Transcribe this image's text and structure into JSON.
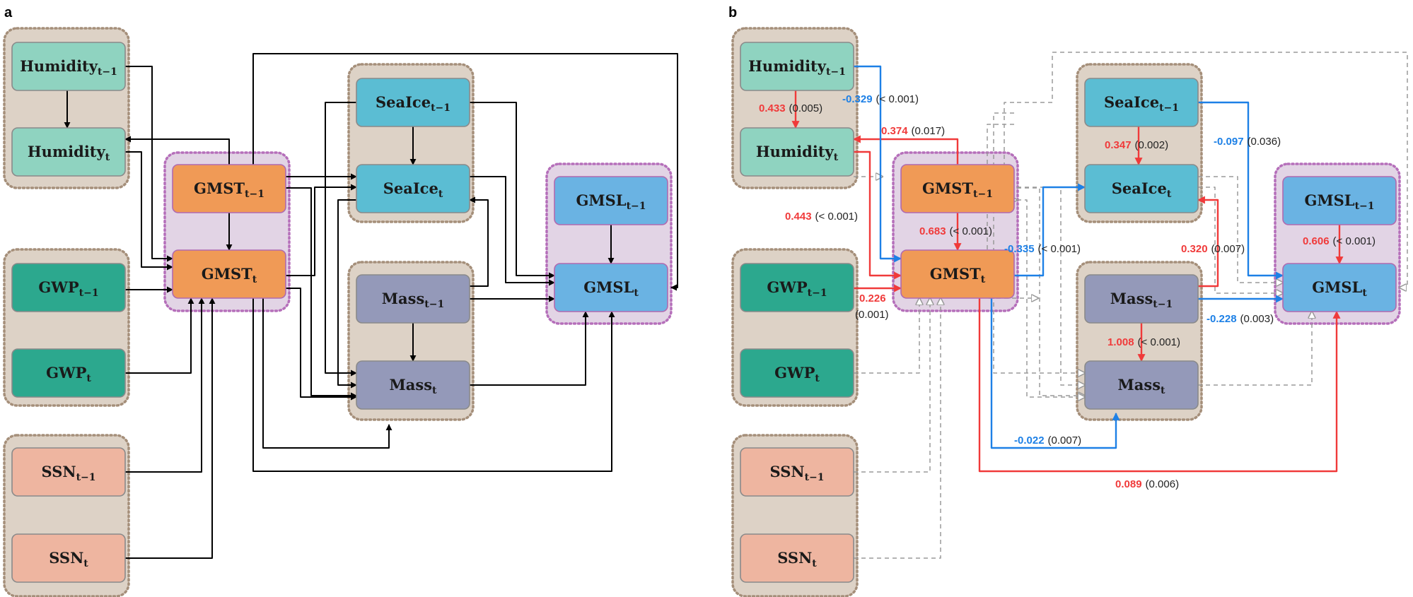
{
  "panels": {
    "a": "a",
    "b": "b"
  },
  "colors": {
    "red": "#f03a3a",
    "blue": "#1d80e6",
    "black": "#000000",
    "gray_dashed": "#9a9a9a",
    "group_tan": "#ddd2c6",
    "group_tan_border": "#a58f7a",
    "group_purple": "#e2d4e5",
    "group_purple_border": "#b56fba"
  },
  "nodes": {
    "humidity_prev": {
      "base": "Humidity",
      "sub": "t−1",
      "fill": "#8fd3c0"
    },
    "humidity_t": {
      "base": "Humidity",
      "sub": "t",
      "fill": "#8fd3c0"
    },
    "gwp_prev": {
      "base": "GWP",
      "sub": "t−1",
      "fill": "#2ca88e"
    },
    "gwp_t": {
      "base": "GWP",
      "sub": "t",
      "fill": "#2ca88e"
    },
    "ssn_prev": {
      "base": "SSN",
      "sub": "t−1",
      "fill": "#eeb5a0"
    },
    "ssn_t": {
      "base": "SSN",
      "sub": "t",
      "fill": "#eeb5a0"
    },
    "gmst_prev": {
      "base": "GMST",
      "sub": "t−1",
      "fill": "#f09a56"
    },
    "gmst_t": {
      "base": "GMST",
      "sub": "t",
      "fill": "#f09a56"
    },
    "seaice_prev": {
      "base": "SeaIce",
      "sub": "t−1",
      "fill": "#5bbdd3"
    },
    "seaice_t": {
      "base": "SeaIce",
      "sub": "t",
      "fill": "#5bbdd3"
    },
    "mass_prev": {
      "base": "Mass",
      "sub": "t−1",
      "fill": "#9499b9"
    },
    "mass_t": {
      "base": "Mass",
      "sub": "t",
      "fill": "#9499b9"
    },
    "gmsl_prev": {
      "base": "GMSL",
      "sub": "t−1",
      "fill": "#6ab3e3"
    },
    "gmsl_t": {
      "base": "GMSL",
      "sub": "t",
      "fill": "#6ab3e3"
    }
  },
  "labels_b": [
    {
      "id": "hum-hum",
      "coef": "0.433",
      "p": "(0.005)",
      "color": "red"
    },
    {
      "id": "hum-gmst",
      "coef": "-0.329",
      "p": "(< 0.001)",
      "color": "blue"
    },
    {
      "id": "gmst-hum",
      "coef": "0.374",
      "p": "(0.017)",
      "color": "red"
    },
    {
      "id": "humt-gmst",
      "coef": "0.443",
      "p": "(< 0.001)",
      "color": "red"
    },
    {
      "id": "gmst-gmst",
      "coef": "0.683",
      "p": "(< 0.001)",
      "color": "red"
    },
    {
      "id": "gwp-gmst",
      "coef": "0.226",
      "p": "(0.001)",
      "color": "red"
    },
    {
      "id": "gmst-seaice",
      "coef": "-0.335",
      "p": "(< 0.001)",
      "color": "blue"
    },
    {
      "id": "seaice-seaice",
      "coef": "0.347",
      "p": "(0.002)",
      "color": "red"
    },
    {
      "id": "seaice-gmsl",
      "coef": "-0.097",
      "p": "(0.036)",
      "color": "blue"
    },
    {
      "id": "mass-seaice",
      "coef": "0.320",
      "p": "(0.007)",
      "color": "red"
    },
    {
      "id": "gmsl-gmsl",
      "coef": "0.606",
      "p": "(< 0.001)",
      "color": "red"
    },
    {
      "id": "mass-gmsl",
      "coef": "-0.228",
      "p": "(0.003)",
      "color": "blue"
    },
    {
      "id": "mass-mass",
      "coef": "1.008",
      "p": "(< 0.001)",
      "color": "red"
    },
    {
      "id": "gmst-mass",
      "coef": "-0.022",
      "p": "(0.007)",
      "color": "blue"
    },
    {
      "id": "gmst-gmsl",
      "coef": "0.089",
      "p": "(0.006)",
      "color": "red"
    }
  ]
}
